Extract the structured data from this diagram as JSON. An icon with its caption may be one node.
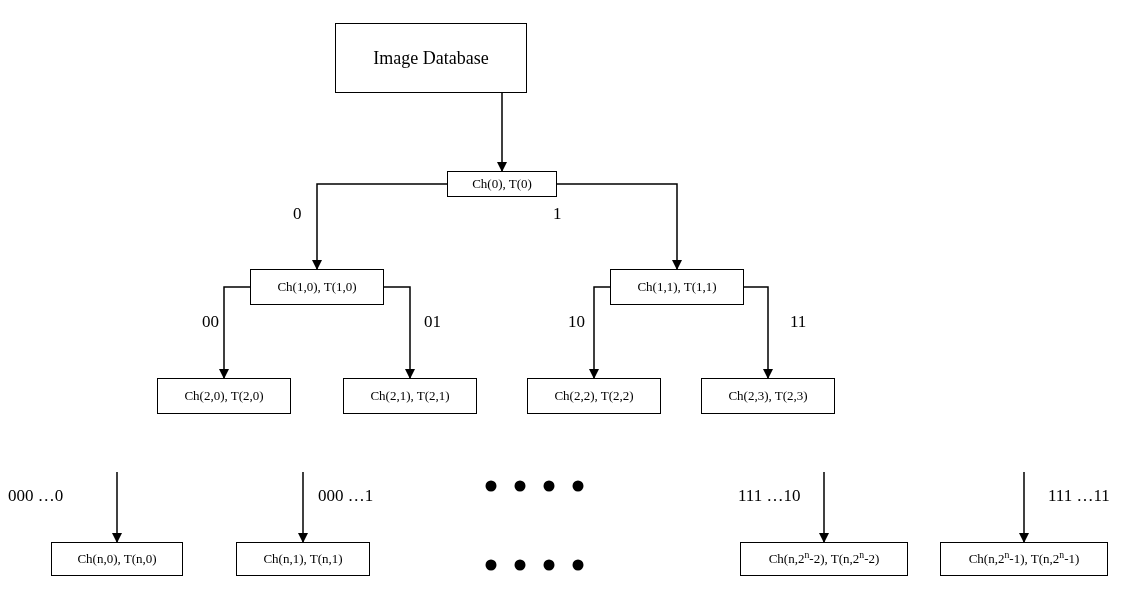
{
  "diagram": {
    "nodes": [
      {
        "text": [
          "Image Database"
        ]
      },
      {
        "text": [
          "Ch(0), T(0)"
        ]
      },
      {
        "text": [
          "Ch(1,0), T(1,0)"
        ]
      },
      {
        "text": [
          "Ch(1,1), T(1,1)"
        ]
      },
      {
        "text": [
          "Ch(2,0), T(2,0)"
        ]
      },
      {
        "text": [
          "Ch(2,1), T(2,1)"
        ]
      },
      {
        "text": [
          "Ch(2,2), T(2,2)"
        ]
      },
      {
        "text": [
          "Ch(2,3), T(2,3)"
        ]
      },
      {
        "text": [
          "Ch(n,0), T(n,0)"
        ]
      },
      {
        "text": [
          "Ch(n,1), T(n,1)"
        ]
      },
      {
        "text": [
          "Ch(n,2$^{n}$-2), T(n,2$^{n}$-2)"
        ]
      },
      {
        "text": [
          "Ch(n,2$^{n}$-1), T(n,2$^{n}$-1)"
        ]
      }
    ],
    "edges": [
      {
        "from": 0,
        "to": 1,
        "arrow": "to"
      },
      {
        "from": 1,
        "to": 2,
        "arrow": "to",
        "label": "0"
      },
      {
        "from": 1,
        "to": 3,
        "arrow": "to",
        "label": "1"
      },
      {
        "from": 2,
        "to": 4,
        "arrow": "to",
        "label": "00"
      },
      {
        "from": 2,
        "to": 5,
        "arrow": "to",
        "label": "01"
      },
      {
        "from": 3,
        "to": 6,
        "arrow": "to",
        "label": "10"
      },
      {
        "from": 3,
        "to": 7,
        "arrow": "to",
        "label": "11"
      },
      {
        "from": null,
        "to": 8,
        "arrow": "to",
        "label": "000 …0"
      },
      {
        "from": null,
        "to": 9,
        "arrow": "to",
        "label": "000 …1"
      },
      {
        "from": null,
        "to": 10,
        "arrow": "to",
        "label": "111 …10"
      },
      {
        "from": null,
        "to": 11,
        "arrow": "to",
        "label": "111 …11"
      }
    ]
  }
}
